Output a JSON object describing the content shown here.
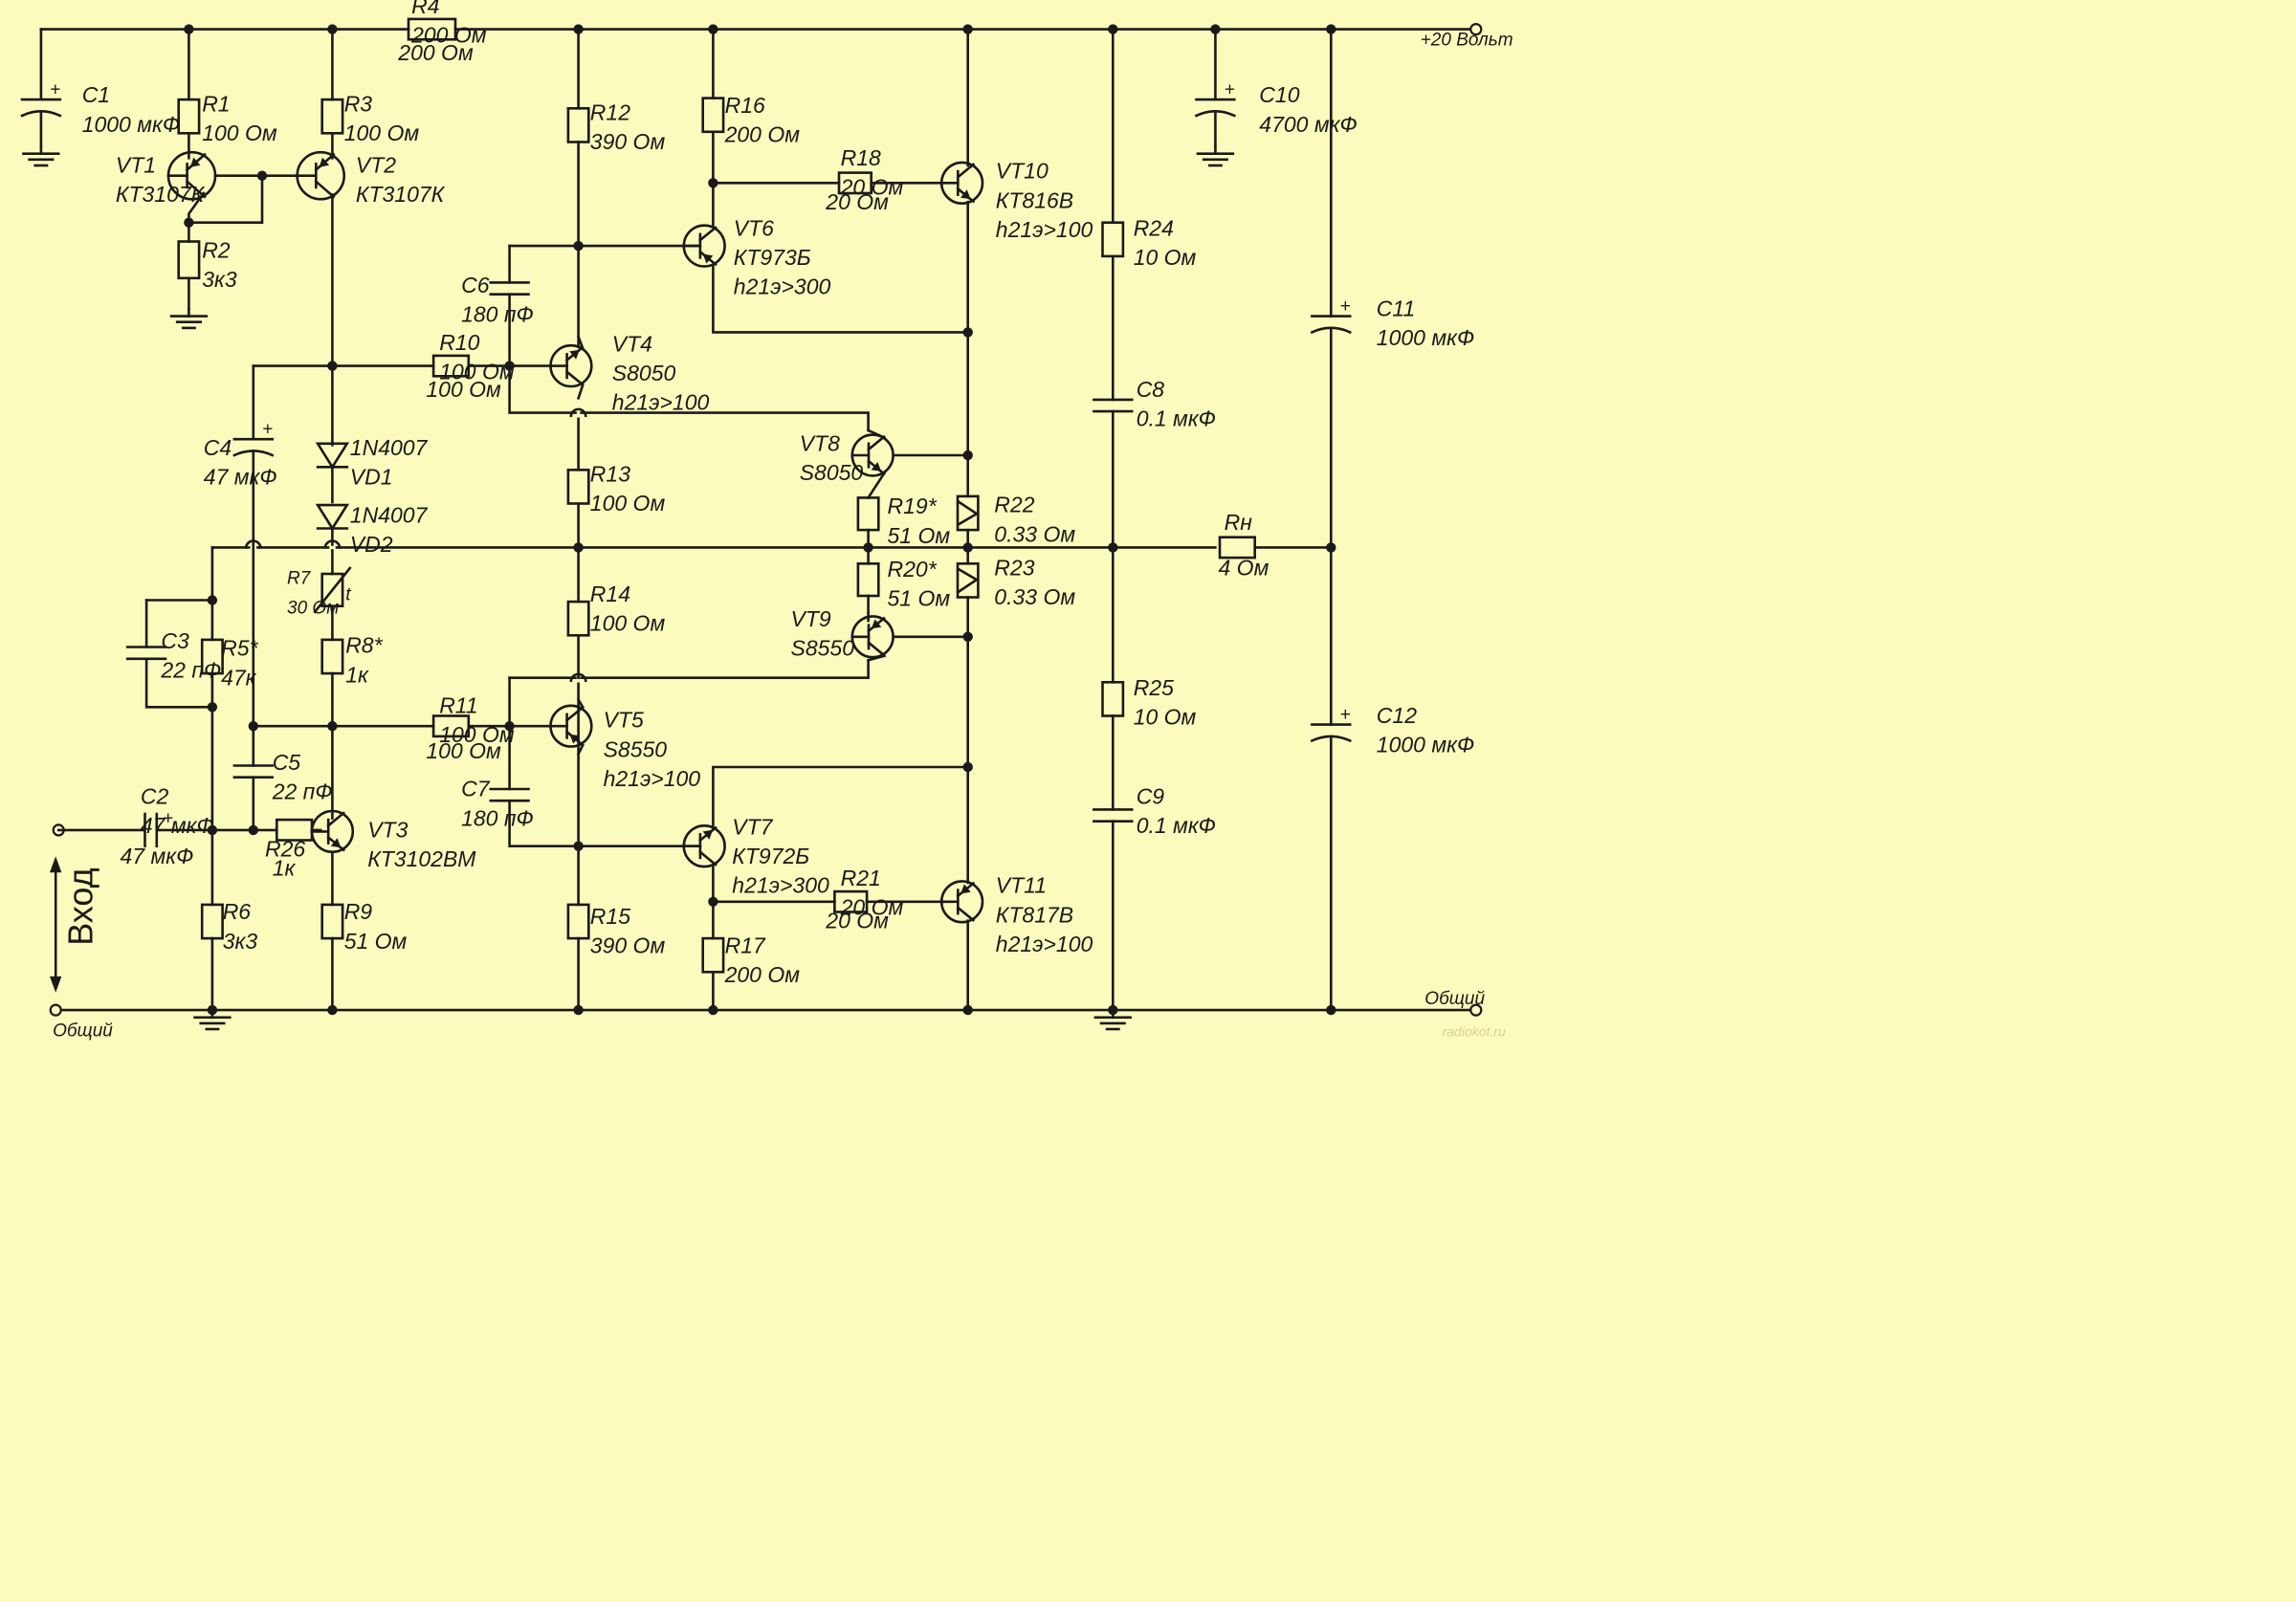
{
  "supply": {
    "label": "+20 Вольт"
  },
  "ground": {
    "label_left": "Общий",
    "label_right": "Общий"
  },
  "input": {
    "label": "Вход"
  },
  "watermark": "radiokot.ru",
  "components": {
    "C1": [
      "C1",
      "1000 мкФ"
    ],
    "R1": [
      "R1",
      "100 Ом"
    ],
    "R2": [
      "R2",
      "3к3"
    ],
    "R3": [
      "R3",
      "100 Ом"
    ],
    "R4": [
      "R4",
      "200 Ом"
    ],
    "VT1": [
      "VT1",
      "КТ3107К"
    ],
    "VT2": [
      "VT2",
      "КТ3107К"
    ],
    "R12": [
      "R12",
      "390 Ом"
    ],
    "R16": [
      "R16",
      "200 Ом"
    ],
    "R18": [
      "R18",
      "20 Ом"
    ],
    "VT10": [
      "VT10",
      "КТ816В",
      "h21э>100"
    ],
    "VT6": [
      "VT6",
      "КТ973Б",
      "h21э>300"
    ],
    "C6": [
      "C6",
      "180 пФ"
    ],
    "R10": [
      "R10",
      "100 Ом"
    ],
    "VT4": [
      "VT4",
      "S8050",
      "h21э>100"
    ],
    "VT8": [
      "VT8",
      "S8050"
    ],
    "C4": [
      "C4",
      "47 мкФ"
    ],
    "VD1": [
      "1N4007",
      "VD1"
    ],
    "VD2": [
      "1N4007",
      "VD2"
    ],
    "R13": [
      "R13",
      "100 Ом"
    ],
    "R19": [
      "R19*",
      "51 Ом"
    ],
    "R22": [
      "R22",
      "0.33 Ом"
    ],
    "R7": [
      "R7",
      "30 Ом",
      "t"
    ],
    "R20": [
      "R20*",
      "51 Ом"
    ],
    "R23": [
      "R23",
      "0.33 Ом"
    ],
    "R14": [
      "R14",
      "100 Ом"
    ],
    "VT9": [
      "VT9",
      "S8550"
    ],
    "C3": [
      "C3",
      "22 пФ"
    ],
    "R5": [
      "R5*",
      "47к"
    ],
    "R8": [
      "R8*",
      "1к"
    ],
    "R11": [
      "R11",
      "100 Ом"
    ],
    "VT5": [
      "VT5",
      "S8550",
      "h21э>100"
    ],
    "C5": [
      "C5",
      "22 пФ"
    ],
    "C7": [
      "C7",
      "180 пФ"
    ],
    "C2": [
      "C2",
      "47 мкФ"
    ],
    "R26": [
      "R26",
      "1к"
    ],
    "VT3": [
      "VT3",
      "КТ3102ВМ"
    ],
    "VT7": [
      "VT7",
      "КТ972Б",
      "h21э>300"
    ],
    "R21": [
      "R21",
      "20 Ом"
    ],
    "VT11": [
      "VT11",
      "КТ817В",
      "h21э>100"
    ],
    "R6": [
      "R6",
      "3к3"
    ],
    "R9": [
      "R9",
      "51 Ом"
    ],
    "R15": [
      "R15",
      "390 Ом"
    ],
    "R17": [
      "R17",
      "200 Ом"
    ],
    "R24": [
      "R24",
      "10 Ом"
    ],
    "C8": [
      "C8",
      "0.1 мкФ"
    ],
    "R25": [
      "R25",
      "10 Ом"
    ],
    "C9": [
      "C9",
      "0.1 мкФ"
    ],
    "C10": [
      "C10",
      "4700 мкФ"
    ],
    "C11": [
      "C11",
      "1000 мкФ"
    ],
    "C12": [
      "C12",
      "1000 мкФ"
    ],
    "RH": [
      "Rн",
      "4 Ом"
    ]
  }
}
